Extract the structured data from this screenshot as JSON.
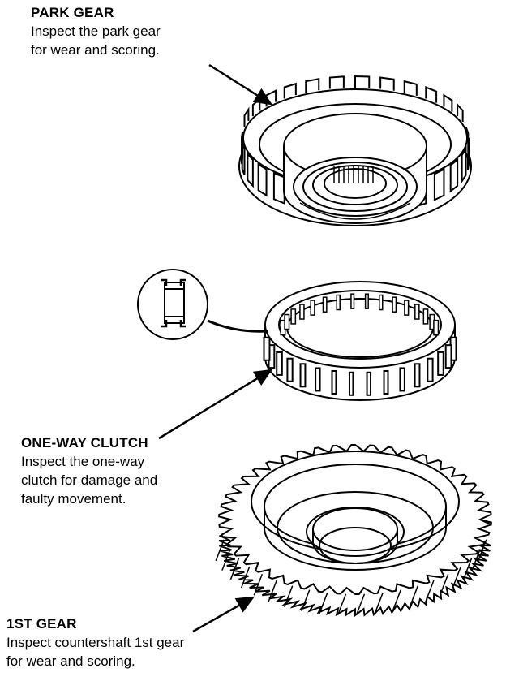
{
  "park_gear": {
    "title": "PARK GEAR",
    "lines": [
      "Inspect the park gear",
      "for wear and scoring."
    ]
  },
  "one_way_clutch": {
    "title": "ONE-WAY CLUTCH",
    "lines": [
      "Inspect the one-way",
      "clutch for damage and",
      "faulty movement."
    ]
  },
  "first_gear": {
    "title": "1ST GEAR",
    "lines": [
      "Inspect countershaft 1st gear",
      "for wear and scoring."
    ]
  },
  "colors": {
    "ink": "#000000",
    "paper": "#ffffff"
  }
}
